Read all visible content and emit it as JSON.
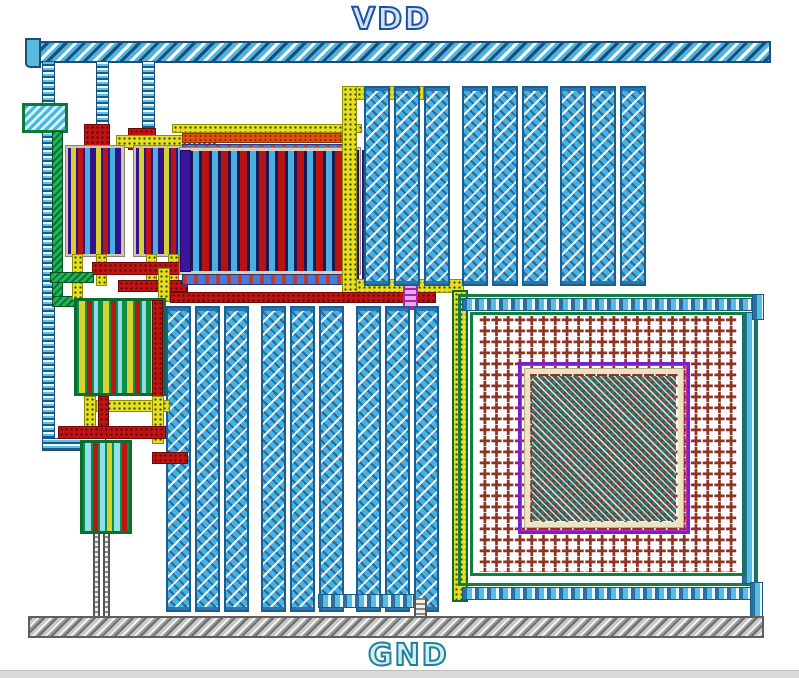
{
  "figure": {
    "type": "ic-layout",
    "power_rail_label": "VDD",
    "ground_rail_label": "GND"
  },
  "colors": {
    "metal1_cyan": "#4fb3dd",
    "rail_outline_navy": "#174e7c",
    "poly_red": "#c01414",
    "metal2_yellow": "#e4e01e",
    "diffusion_green": "#12a04a",
    "nwell_purple": "#3a16a0",
    "via_magenta": "#c44ac4",
    "contact_brown": "#8e3424",
    "cap_plate_teal": "#2f7d74",
    "ground_gray": "#b5b5b5",
    "cell_frame_tan": "#d8cfb6",
    "orange_strap": "#e0500f"
  }
}
